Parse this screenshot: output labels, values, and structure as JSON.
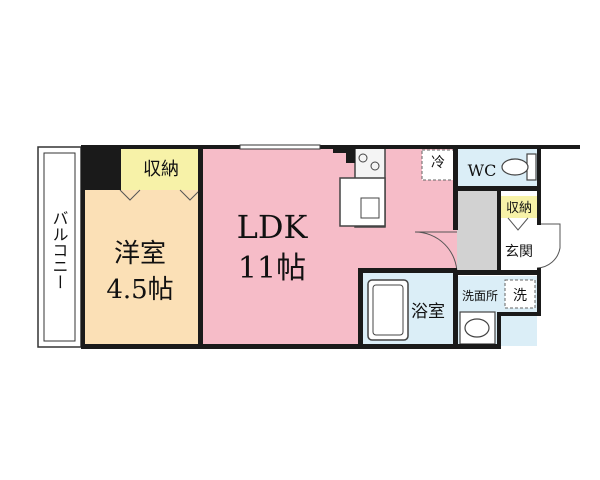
{
  "rooms": {
    "ldk": {
      "name": "LDK",
      "size": "11帖"
    },
    "western": {
      "name": "洋室",
      "size": "4.5帖"
    },
    "storage_western": "収納",
    "storage_entry": "収納",
    "bath": "浴室",
    "washroom": "洗面所",
    "washer": "洗",
    "toilet": "WC",
    "entrance": "玄関",
    "fridge": "冷",
    "balcony": "バルコニー"
  },
  "colors": {
    "ldk": "#f6bcc8",
    "western": "#fbe0b6",
    "storage": "#f7f2a8",
    "wet": "#dbeef7",
    "entry": "#d2d2d2",
    "wall": "#1a1a1a"
  }
}
